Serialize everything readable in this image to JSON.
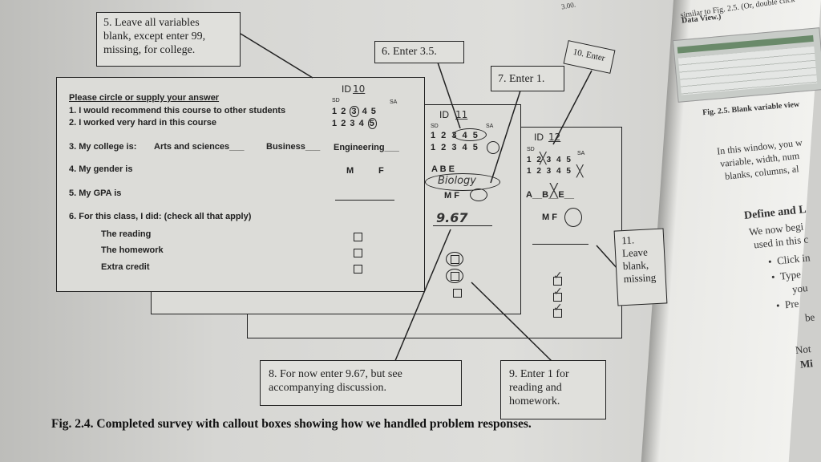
{
  "callouts": {
    "c5": [
      "5. Leave all variables",
      "blank, except enter 99,",
      "missing, for college."
    ],
    "c6": "6. Enter 3.5.",
    "c7": "7. Enter 1.",
    "c10": "10. Enter",
    "c8": [
      "8. For now enter 9.67, but see",
      "accompanying discussion."
    ],
    "c9": [
      "9. Enter 1 for",
      "reading and",
      "homework."
    ],
    "c11": [
      "11.",
      "Leave",
      "blank,",
      "missing"
    ]
  },
  "survey1": {
    "id_label": "ID",
    "id_value": "10",
    "instructions": "Please circle or supply your answer",
    "sd": "SD",
    "sa": "SA",
    "q1": "1. I would recommend this course to other students",
    "q2": "2. I worked very hard in this course",
    "scale": [
      "1",
      "2",
      "3",
      "4",
      "5"
    ],
    "q3": "3. My college is:",
    "q3_options": [
      "Arts and sciences___",
      "Business___",
      "Engineering___"
    ],
    "q4": "4. My gender is",
    "q4_options": [
      "M",
      "F"
    ],
    "q5": "5. My GPA is",
    "q6": "6. For this class, I did: (check all that apply)",
    "q6_options": [
      "The reading",
      "The homework",
      "Extra credit"
    ]
  },
  "survey2": {
    "id_label": "ID",
    "id_value": "11",
    "sd": "SD",
    "sa": "SA",
    "q1_scale": "1 2 3 4 5",
    "q2_scale": "1 2 3 4 5",
    "q3_letters": "A   B   E",
    "q3_written": "Biology",
    "q4_options": "M   F",
    "gpa_value": "9.67"
  },
  "survey3": {
    "id_label": "ID",
    "id_value": "12",
    "sd": "SD",
    "sa": "SA",
    "q1_scale": "1 2 3 4 5",
    "q2_scale": "1 2 3 4 5",
    "q3_letters": "A__B__E__",
    "q4_options": "M   F"
  },
  "caption": "Fig. 2.4. Completed survey with callout boxes showing how we handled problem responses.",
  "right_page": {
    "top1": "similar to Fig. 2.5. (Or, double click",
    "top2": "Data View.)",
    "fig": "Fig. 2.5. Blank variable view",
    "p1": "In this window, you w",
    "p2": "variable, width, num",
    "p3": "blanks, columns, al",
    "heading": "Define and L",
    "p4": "We now begi",
    "p5": "used in this c",
    "b1": "Click in",
    "b2": "Type",
    "b2b": "you",
    "b3": "Pre",
    "b3b": "be",
    "note": "Not",
    "mi": "Mi"
  },
  "top_corner": "3.00."
}
